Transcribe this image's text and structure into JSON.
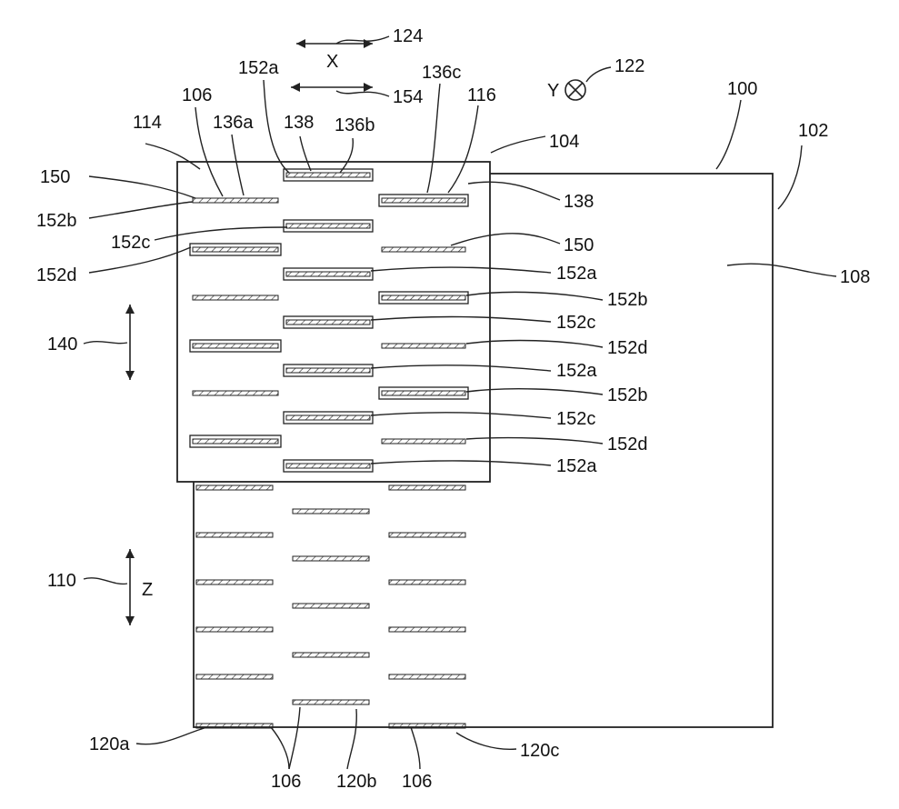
{
  "figure": {
    "labels": {
      "l124": "124",
      "lX": "X",
      "l154": "154",
      "l122": "122",
      "lY": "Y",
      "l152a_top": "152a",
      "l106_top": "106",
      "l136c": "136c",
      "l116": "116",
      "l100": "100",
      "l114": "114",
      "l136a": "136a",
      "l138_top": "138",
      "l136b": "136b",
      "l104": "104",
      "l102": "102",
      "l150_left": "150",
      "l138_right": "138",
      "l152b_left": "152b",
      "l108": "108",
      "l152c_left": "152c",
      "l150_right": "150",
      "l152d_left": "152d",
      "r1": "152a",
      "r2": "152b",
      "r3": "152c",
      "r4": "152d",
      "r5": "152a",
      "r6": "152b",
      "r7": "152c",
      "r8": "152d",
      "r9": "152a",
      "l140": "140",
      "l110": "110",
      "lZ": "Z",
      "l120a": "120a",
      "l106_b1": "106",
      "l120b": "120b",
      "l106_b2": "106",
      "l120c": "120c"
    },
    "symbols": {
      "y_direction": "cross-in-circle-icon",
      "x_direction": "double-arrow-horizontal-icon",
      "z_direction": "double-arrow-vertical-icon"
    }
  }
}
